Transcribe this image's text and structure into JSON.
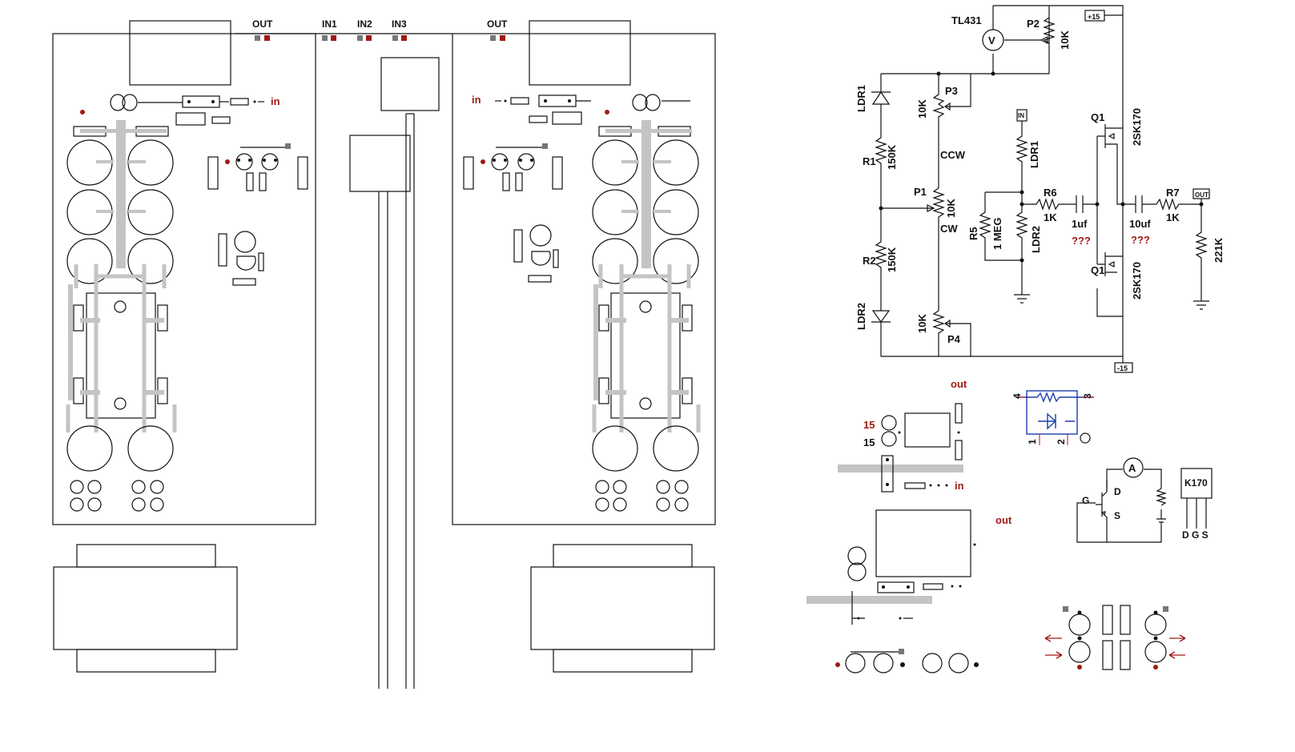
{
  "top_labels": {
    "out_left": "OUT",
    "in1": "IN1",
    "in2": "IN2",
    "in3": "IN3",
    "out_right": "OUT"
  },
  "board_labels": {
    "in_left": "in",
    "in_right": "in"
  },
  "schematic": {
    "ic": "TL431",
    "meter_v": "V",
    "p2": "P2",
    "p2_val": "10K",
    "plus15": "+15",
    "minus15": "-15",
    "p3": "P3",
    "p3_val": "10K",
    "ldr1": "LDR1",
    "r1": "R1",
    "r1_val": "150K",
    "ccw": "CCW",
    "p1": "P1",
    "p1_val": "10K",
    "cw": "CW",
    "r2": "R2",
    "r2_val": "150K",
    "ldr2": "LDR2",
    "p4": "P4",
    "p4_val": "10K",
    "in_tag": "IN",
    "ldr1_b": "LDR1",
    "r5": "R5",
    "r5_val": "1 MEG",
    "ldr2_b": "LDR2",
    "r6": "R6",
    "r6_val": "1K",
    "c1_val": "1uf",
    "q1_top": "Q1",
    "q1_top_part": "2SK170",
    "q1_bot": "Q1",
    "q1_bot_part": "2SK170",
    "c2_val": "10uf",
    "r7": "R7",
    "r7_val": "1K",
    "out_tag": "OUT",
    "r8_val": "221K",
    "unknown1": "???",
    "unknown2": "???"
  },
  "mini_layout": {
    "out_a": "out",
    "n15a": "15",
    "n15b": "15",
    "in_a": "in",
    "out_b": "out"
  },
  "optocoupler": {
    "pin1": "1",
    "pin2": "2",
    "pin3": "3",
    "pin4": "4"
  },
  "jfet_test": {
    "meter_a": "A",
    "g": "G",
    "d": "D",
    "s": "S",
    "part": "K170",
    "pins": "D G S"
  }
}
